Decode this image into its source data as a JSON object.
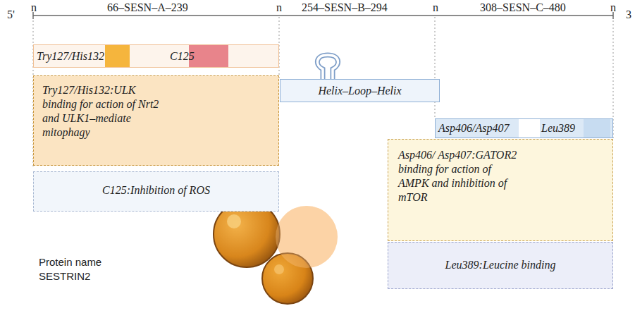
{
  "diagram": {
    "nodes": [
      {
        "text": [
          "Try127/His132",
          "C125"
        ]
      },
      {
        "text": [
          "Helix–Loop–Helix"
        ]
      },
      {
        "text": [
          "Asp406/Asp407",
          "Leu389"
        ]
      },
      {
        "text": [
          "Try127/His132:ULK binding for action of Nrt2 and ULK1–mediate mitophagy"
        ]
      },
      {
        "text": [
          "C125:Inhibition of ROS"
        ]
      },
      {
        "text": [
          "Asp406/ Asp407:GATOR2 binding for action of AMPK and inhibition of mTOR"
        ]
      },
      {
        "text": [
          "Leu389:Leucine binding"
        ]
      }
    ],
    "labels": [
      "5'",
      "n",
      "66–SESN–A–239",
      "n",
      "254–SESN–B–294",
      "n",
      "308–SESN–C–480",
      "n",
      "3",
      "Protein name SESTRIN2"
    ]
  }
}
